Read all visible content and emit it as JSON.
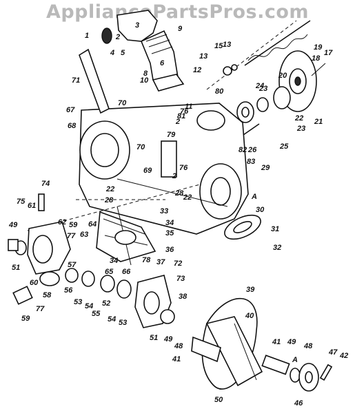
{
  "watermark": "AppliancePartsPros.com",
  "callouts": [
    {
      "id": "1",
      "label": "1"
    },
    {
      "id": "2",
      "label": "2"
    },
    {
      "id": "3",
      "label": "3"
    },
    {
      "id": "4",
      "label": "4"
    },
    {
      "id": "5",
      "label": "5"
    },
    {
      "id": "6",
      "label": "6"
    },
    {
      "id": "8",
      "label": "8"
    },
    {
      "id": "9",
      "label": "9"
    },
    {
      "id": "10",
      "label": "10"
    },
    {
      "id": "11",
      "label": "11"
    },
    {
      "id": "12",
      "label": "12"
    },
    {
      "id": "13a",
      "label": "13"
    },
    {
      "id": "13b",
      "label": "13"
    },
    {
      "id": "15",
      "label": "15"
    },
    {
      "id": "17",
      "label": "17"
    },
    {
      "id": "18",
      "label": "18"
    },
    {
      "id": "19",
      "label": "19"
    },
    {
      "id": "20",
      "label": "20"
    },
    {
      "id": "21",
      "label": "21"
    },
    {
      "id": "22a",
      "label": "22"
    },
    {
      "id": "23a",
      "label": "23"
    },
    {
      "id": "23b",
      "label": "23"
    },
    {
      "id": "24",
      "label": "24"
    },
    {
      "id": "25",
      "label": "25"
    },
    {
      "id": "26",
      "label": "26"
    },
    {
      "id": "71",
      "label": "71"
    },
    {
      "id": "80",
      "label": "80"
    },
    {
      "id": "67",
      "label": "67"
    },
    {
      "id": "68",
      "label": "68"
    },
    {
      "id": "70a",
      "label": "70"
    },
    {
      "id": "76a",
      "label": "76"
    },
    {
      "id": "81",
      "label": "81"
    },
    {
      "id": "2b",
      "label": "2"
    },
    {
      "id": "79",
      "label": "79"
    },
    {
      "id": "82",
      "label": "82"
    },
    {
      "id": "83",
      "label": "83"
    },
    {
      "id": "70b",
      "label": "70"
    },
    {
      "id": "69",
      "label": "69"
    },
    {
      "id": "76b",
      "label": "76"
    },
    {
      "id": "2c",
      "label": "2"
    },
    {
      "id": "29",
      "label": "29"
    },
    {
      "id": "A1",
      "label": "A"
    },
    {
      "id": "74",
      "label": "74"
    },
    {
      "id": "22b",
      "label": "22"
    },
    {
      "id": "28a",
      "label": "28"
    },
    {
      "id": "28b",
      "label": "28"
    },
    {
      "id": "22c",
      "label": "22"
    },
    {
      "id": "75",
      "label": "75"
    },
    {
      "id": "61",
      "label": "61"
    },
    {
      "id": "33",
      "label": "33"
    },
    {
      "id": "30",
      "label": "30"
    },
    {
      "id": "49a",
      "label": "49"
    },
    {
      "id": "62",
      "label": "62"
    },
    {
      "id": "59a",
      "label": "59"
    },
    {
      "id": "63",
      "label": "63"
    },
    {
      "id": "64",
      "label": "64"
    },
    {
      "id": "34a",
      "label": "34"
    },
    {
      "id": "35",
      "label": "35"
    },
    {
      "id": "31",
      "label": "31"
    },
    {
      "id": "77a",
      "label": "77"
    },
    {
      "id": "32",
      "label": "32"
    },
    {
      "id": "36",
      "label": "36"
    },
    {
      "id": "51a",
      "label": "51"
    },
    {
      "id": "60",
      "label": "60"
    },
    {
      "id": "57",
      "label": "57"
    },
    {
      "id": "34b",
      "label": "34"
    },
    {
      "id": "78",
      "label": "78"
    },
    {
      "id": "37",
      "label": "37"
    },
    {
      "id": "72",
      "label": "72"
    },
    {
      "id": "65",
      "label": "65"
    },
    {
      "id": "66",
      "label": "66"
    },
    {
      "id": "73",
      "label": "73"
    },
    {
      "id": "58",
      "label": "58"
    },
    {
      "id": "56",
      "label": "56"
    },
    {
      "id": "39",
      "label": "39"
    },
    {
      "id": "53a",
      "label": "53"
    },
    {
      "id": "54a",
      "label": "54"
    },
    {
      "id": "52",
      "label": "52"
    },
    {
      "id": "38",
      "label": "38"
    },
    {
      "id": "40",
      "label": "40"
    },
    {
      "id": "55",
      "label": "55"
    },
    {
      "id": "54b",
      "label": "54"
    },
    {
      "id": "53b",
      "label": "53"
    },
    {
      "id": "77b",
      "label": "77"
    },
    {
      "id": "59b",
      "label": "59"
    },
    {
      "id": "51b",
      "label": "51"
    },
    {
      "id": "49b",
      "label": "49"
    },
    {
      "id": "48a",
      "label": "48"
    },
    {
      "id": "41a",
      "label": "41"
    },
    {
      "id": "41b",
      "label": "41"
    },
    {
      "id": "49c",
      "label": "49"
    },
    {
      "id": "48b",
      "label": "48"
    },
    {
      "id": "A2",
      "label": "A"
    },
    {
      "id": "47",
      "label": "47"
    },
    {
      "id": "42",
      "label": "42"
    },
    {
      "id": "50",
      "label": "50"
    },
    {
      "id": "46",
      "label": "46"
    }
  ]
}
